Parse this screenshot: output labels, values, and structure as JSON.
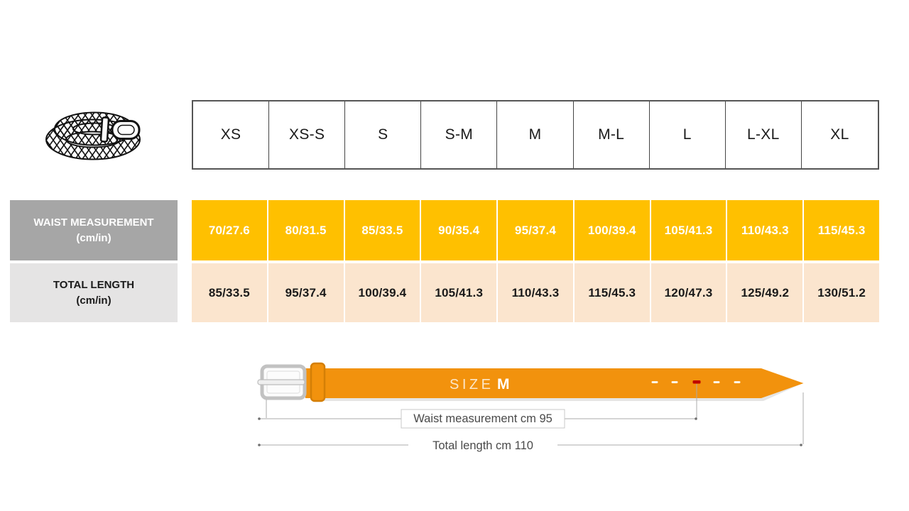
{
  "header": {
    "sizes": [
      "XS",
      "XS-S",
      "S",
      "S-M",
      "M",
      "M-L",
      "L",
      "L-XL",
      "XL"
    ]
  },
  "table": {
    "waist": {
      "label": "WAIST MEASUREMENT",
      "unit": "(cm/in)",
      "values": [
        "70/27.6",
        "80/31.5",
        "85/33.5",
        "90/35.4",
        "95/37.4",
        "100/39.4",
        "105/41.3",
        "110/43.3",
        "115/45.3"
      ]
    },
    "length": {
      "label": "TOTAL LENGTH",
      "unit": "(cm/in)",
      "values": [
        "85/33.5",
        "95/37.4",
        "100/39.4",
        "105/41.3",
        "110/43.3",
        "115/45.3",
        "120/47.3",
        "125/49.2",
        "130/51.2"
      ]
    }
  },
  "diagram": {
    "size_label": "SIZE",
    "size_value": "M",
    "waist_caption": "Waist measurement cm 95",
    "length_caption": "Total length cm 110"
  },
  "colors": {
    "waist_cell_bg": "#FFC000",
    "length_cell_bg": "#FBE5CE",
    "waist_label_bg": "#A6A6A6",
    "length_label_bg": "#E5E4E4",
    "belt_orange": "#F2920D",
    "marked_hole_red": "#C00000"
  }
}
